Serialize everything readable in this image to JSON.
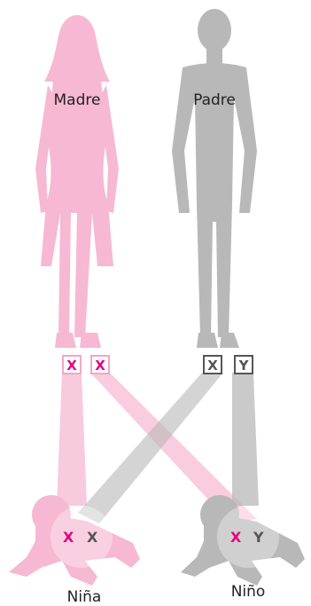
{
  "labels": {
    "mother": "Madre",
    "father": "Padre",
    "girl": "Niña",
    "boy": "Niño"
  },
  "chromosomes": {
    "mother": [
      "X",
      "X"
    ],
    "father": [
      "X",
      "Y"
    ],
    "girl": [
      "X",
      "X"
    ],
    "boy": [
      "X",
      "Y"
    ]
  },
  "colors": {
    "female": "#f6b8d2",
    "male": "#bdbdbd",
    "accent_x": "#e6007e",
    "gray_text": "#555555"
  }
}
